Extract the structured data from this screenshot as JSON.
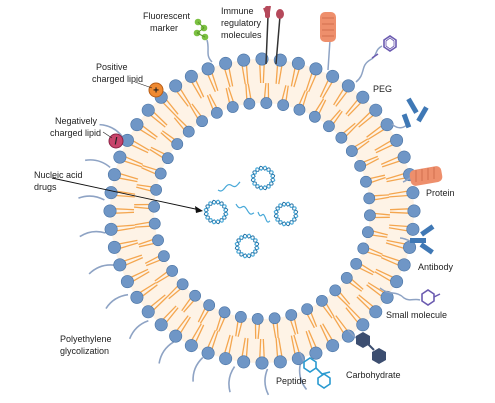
{
  "labels": {
    "fluorescent_marker_1": "Fluorescent",
    "fluorescent_marker_2": "marker",
    "immune_regulatory_1": "Immune",
    "immune_regulatory_2": "regulatory",
    "immune_regulatory_3": "molecules",
    "positive_lipid_1": "Positive",
    "positive_lipid_2": "charged lipid",
    "negative_lipid_1": "Negatively",
    "negative_lipid_2": "charged lipid",
    "nucleic_acid_1": "Nucleic acid",
    "nucleic_acid_2": "drugs",
    "peg": "PEG",
    "protein": "Protein",
    "antibody": "Antibody",
    "small_molecule": "Small molecule",
    "polyethylene_1": "Polyethylene",
    "polyethylene_2": "glycolization",
    "peptide": "Peptide",
    "carbohydrate": "Carbohydrate"
  },
  "symbols": {
    "plus": "+",
    "minus": "/"
  },
  "colors": {
    "head": "#6f96c6",
    "head_stroke": "#4a73a3",
    "tail": "#f4a64f",
    "peg_chain": "#8ea3c4",
    "positive_lipid": "#ef8a32",
    "negative_lipid": "#c8436b",
    "fluorescent": "#7cc142",
    "immune": "#b5495b",
    "protein": "#ee8f6c",
    "antibody": "#3f78b5",
    "small_molecule": "#6b5bb0",
    "carbohydrate": "#3c4e70",
    "peptide": "#2a9ad0",
    "nucleic": "#49a9d8"
  },
  "icons": [
    "fluorescent-marker-icon",
    "immune-molecule-icon",
    "peg-icon",
    "antibody-icon",
    "protein-icon",
    "small-molecule-icon",
    "carbohydrate-icon",
    "peptide-icon",
    "nucleic-acid-icon"
  ]
}
